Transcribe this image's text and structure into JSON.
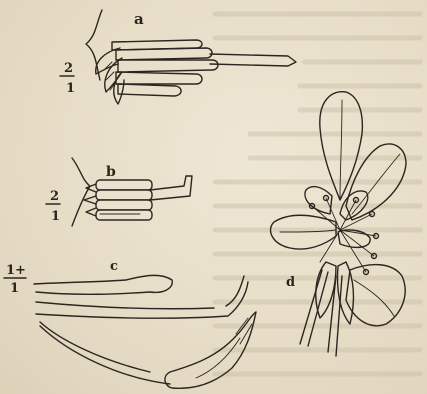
{
  "labels": {
    "fig_a": "a",
    "fig_b": "b",
    "fig_c": "c",
    "fig_d": "d"
  },
  "fractions": {
    "a": {
      "num": "2",
      "den": "1"
    },
    "b": {
      "num": "2",
      "den": "1"
    },
    "c": {
      "num": "1+",
      "den": "1"
    }
  },
  "colors": {
    "paper": "#e9e0cc",
    "ink": "#2c2620"
  }
}
